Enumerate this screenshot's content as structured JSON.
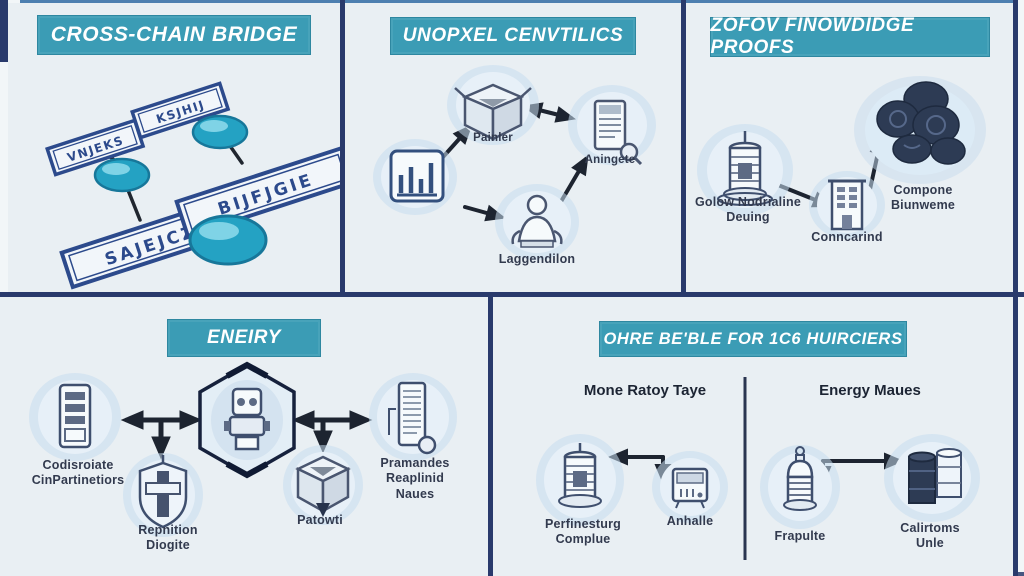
{
  "accent": {
    "teal": "#3b9cb5",
    "navy": "#293a6c",
    "label_color": "#323a4e"
  },
  "panels": {
    "bridge": {
      "title": "CROSS-CHAIN BRIDGE",
      "blocks": {
        "small_a": "VNJEKS",
        "small_b": "KSJHIJ",
        "bar_a": "SAJEJCZ",
        "bar_b": "BIJFJGIE"
      }
    },
    "unop": {
      "title": "UNOPXEL CENVTILICS",
      "labels": {
        "planner": "Painler",
        "device": "Aningete",
        "person": "Laggendilon"
      }
    },
    "zk": {
      "title": "ZOFOV FINOWDIDGE PROOFS",
      "labels": {
        "node": "Golow Nodrialine\nDeuing",
        "contract": "Conncarind",
        "compose": "Compone\nBiunweme"
      }
    },
    "energy": {
      "title": "ENEIRY",
      "labels": {
        "left": "Codisroiate\nCinPartinetiors",
        "shield": "Repnition\nDiogite",
        "box": "Patowti",
        "right": "Pramandes\nReaplinid Naues"
      }
    },
    "metrics": {
      "title": "OHRE BE'BLE FOR 1C6 HUIRCIERS",
      "subheaders": {
        "left": "Mone Ratoy Taye",
        "right": "Energy Maues"
      },
      "labels": {
        "lantern": "Perfinesturg\nComplue",
        "meter": "Anhalle",
        "pump": "Frapulte",
        "barrels": "Calirtoms Unle"
      }
    }
  }
}
